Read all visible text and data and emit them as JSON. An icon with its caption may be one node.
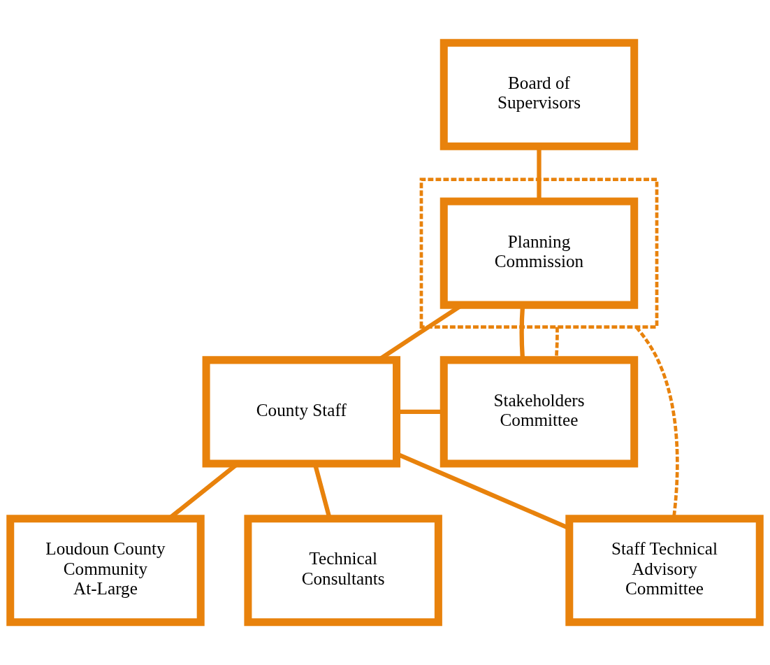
{
  "diagram": {
    "nodes": [
      {
        "text": [
          "Board of Supervisors"
        ]
      },
      {
        "text": [],
        "shape": "box"
      },
      {
        "text": [
          "Planning Commission"
        ],
        "in": 1
      },
      {
        "text": [
          "County Staff"
        ]
      },
      {
        "text": [
          "Stakeholders Committee"
        ]
      },
      {
        "text": [
          "Staff Technical Advisory Committee"
        ]
      },
      {
        "text": [
          "Loudoun County Community At-Large"
        ]
      },
      {
        "text": [
          "Technical Consultants"
        ]
      }
    ],
    "edges": [
      {
        "from": 0,
        "to": 2,
        "arrow": "none"
      },
      {
        "from": 2,
        "to": 3,
        "arrow": "none"
      },
      {
        "from": 2,
        "to": 4,
        "arrow": "none"
      },
      {
        "from": 3,
        "to": 4,
        "arrow": "none"
      },
      {
        "from": 3,
        "to": 5,
        "arrow": "none"
      },
      {
        "from": 3,
        "to": 6,
        "arrow": "none"
      },
      {
        "from": 3,
        "to": 7,
        "arrow": "none"
      },
      {
        "from": 1,
        "to": 5,
        "arrow": "none",
        "style": "dashed"
      },
      {
        "from": 1,
        "to": 4,
        "arrow": "none",
        "style": "dashed"
      }
    ]
  }
}
